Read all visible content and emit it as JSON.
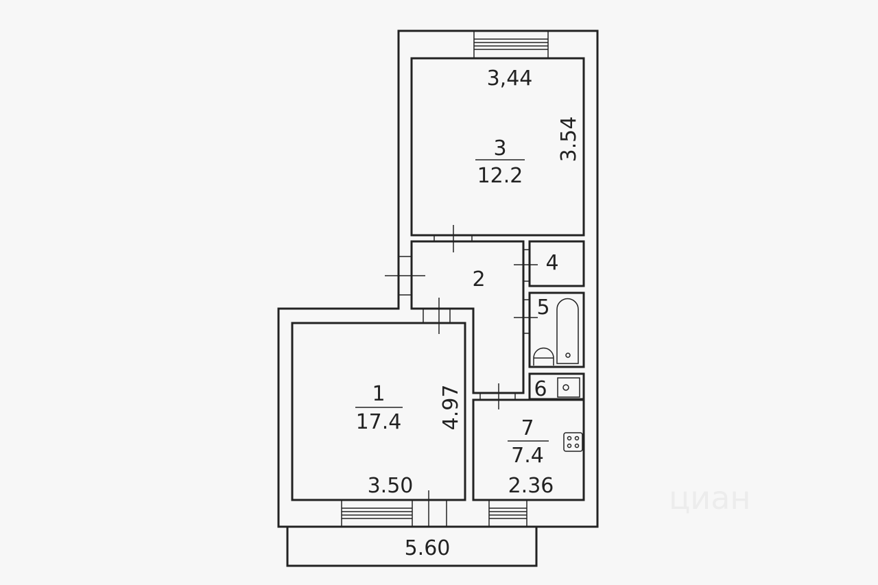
{
  "rooms": [
    {
      "number": "1",
      "area": "17.4"
    },
    {
      "number": "2"
    },
    {
      "number": "3",
      "area": "12.2"
    },
    {
      "number": "4"
    },
    {
      "number": "5"
    },
    {
      "number": "6"
    },
    {
      "number": "7",
      "area": "7.4"
    }
  ],
  "dimensions": {
    "room3_width": "3,44",
    "room3_length": "3.54",
    "room1_width": "3.50",
    "room1_length": "4.97",
    "room7_width": "2.36",
    "total_width": "5.60"
  },
  "watermark": {
    "brand": "циан"
  },
  "colors": {
    "background": "#f7f7f7",
    "lines": "#222222"
  }
}
